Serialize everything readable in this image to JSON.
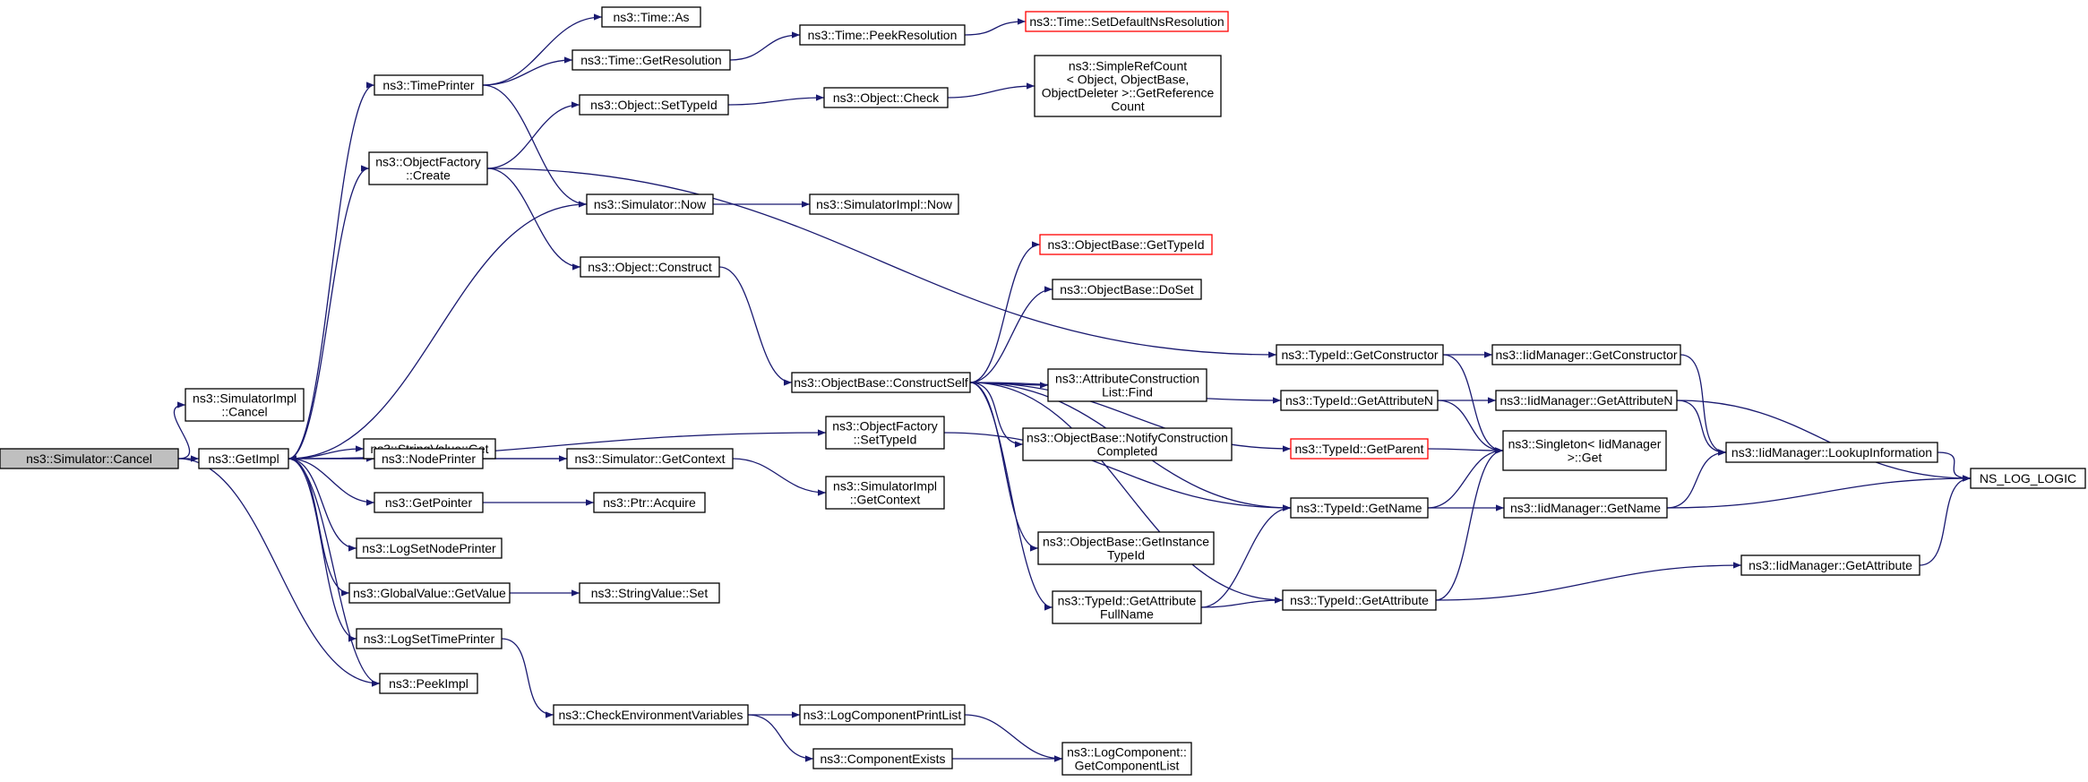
{
  "colors": {
    "edge": "#191970",
    "node_border": "#000000",
    "truncated_border": "#ff0000",
    "root_fill": "#bfbfbf",
    "node_fill": "#ffffff"
  },
  "nodes": {
    "cancel": {
      "lines": [
        "ns3::Simulator::Cancel"
      ]
    },
    "simimpl_cancel": {
      "lines": [
        "ns3::SimulatorImpl",
        "::Cancel"
      ]
    },
    "getimpl": {
      "lines": [
        "ns3::GetImpl"
      ]
    },
    "timeprinter": {
      "lines": [
        "ns3::TimePrinter"
      ]
    },
    "time_as": {
      "lines": [
        "ns3::Time::As"
      ]
    },
    "time_getres": {
      "lines": [
        "ns3::Time::GetResolution"
      ]
    },
    "time_peekres": {
      "lines": [
        "ns3::Time::PeekResolution"
      ]
    },
    "time_setdef": {
      "lines": [
        "ns3::Time::SetDefaultNsResolution"
      ]
    },
    "obj_settypeid": {
      "lines": [
        "ns3::Object::SetTypeId"
      ]
    },
    "obj_check": {
      "lines": [
        "ns3::Object::Check"
      ]
    },
    "simplerefcount": {
      "lines": [
        "ns3::SimpleRefCount",
        "< Object, ObjectBase,",
        "ObjectDeleter >::GetReference",
        "Count"
      ]
    },
    "objfactory_create": {
      "lines": [
        "ns3::ObjectFactory",
        "::Create"
      ]
    },
    "sim_now": {
      "lines": [
        "ns3::Simulator::Now"
      ]
    },
    "simimpl_now": {
      "lines": [
        "ns3::SimulatorImpl::Now"
      ]
    },
    "obj_construct": {
      "lines": [
        "ns3::Object::Construct"
      ]
    },
    "ob_gettypeid": {
      "lines": [
        "ns3::ObjectBase::GetTypeId"
      ]
    },
    "ob_doset": {
      "lines": [
        "ns3::ObjectBase::DoSet"
      ]
    },
    "ob_constructself": {
      "lines": [
        "ns3::ObjectBase::ConstructSelf"
      ]
    },
    "attr_find": {
      "lines": [
        "ns3::AttributeConstruction",
        "List::Find"
      ]
    },
    "ob_notify": {
      "lines": [
        "ns3::ObjectBase::NotifyConstruction",
        "Completed"
      ]
    },
    "of_settypeid": {
      "lines": [
        "ns3::ObjectFactory",
        "::SetTypeId"
      ]
    },
    "stringvalue_get": {
      "lines": [
        "ns3::StringValue::Get"
      ]
    },
    "nodeprinter": {
      "lines": [
        "ns3::NodePrinter"
      ]
    },
    "sim_getcontext": {
      "lines": [
        "ns3::Simulator::GetContext"
      ]
    },
    "simimpl_getcontext": {
      "lines": [
        "ns3::SimulatorImpl",
        "::GetContext"
      ]
    },
    "getpointer": {
      "lines": [
        "ns3::GetPointer"
      ]
    },
    "ptr_acquire": {
      "lines": [
        "ns3::Ptr::Acquire"
      ]
    },
    "logsetnodeprinter": {
      "lines": [
        "ns3::LogSetNodePrinter"
      ]
    },
    "globalvalue_getvalue": {
      "lines": [
        "ns3::GlobalValue::GetValue"
      ]
    },
    "stringvalue_set": {
      "lines": [
        "ns3::StringValue::Set"
      ]
    },
    "logsettimeprinter": {
      "lines": [
        "ns3::LogSetTimePrinter"
      ]
    },
    "peekimpl": {
      "lines": [
        "ns3::PeekImpl"
      ]
    },
    "checkenv": {
      "lines": [
        "ns3::CheckEnvironmentVariables"
      ]
    },
    "logcompprintlist": {
      "lines": [
        "ns3::LogComponentPrintList"
      ]
    },
    "compexists": {
      "lines": [
        "ns3::ComponentExists"
      ]
    },
    "logcomp_getlist": {
      "lines": [
        "ns3::LogComponent::",
        "GetComponentList"
      ]
    },
    "ob_getinstance": {
      "lines": [
        "ns3::ObjectBase::GetInstance",
        "TypeId"
      ]
    },
    "tid_getattrfullname": {
      "lines": [
        "ns3::TypeId::GetAttribute",
        "FullName"
      ]
    },
    "tid_getconstructor": {
      "lines": [
        "ns3::TypeId::GetConstructor"
      ]
    },
    "tid_getattributen": {
      "lines": [
        "ns3::TypeId::GetAttributeN"
      ]
    },
    "tid_getparent": {
      "lines": [
        "ns3::TypeId::GetParent"
      ]
    },
    "tid_getname": {
      "lines": [
        "ns3::TypeId::GetName"
      ]
    },
    "tid_getattribute": {
      "lines": [
        "ns3::TypeId::GetAttribute"
      ]
    },
    "iid_getconstructor": {
      "lines": [
        "ns3::IidManager::GetConstructor"
      ]
    },
    "iid_getattributen": {
      "lines": [
        "ns3::IidManager::GetAttributeN"
      ]
    },
    "singleton_get": {
      "lines": [
        "ns3::Singleton< IidManager",
        ">::Get"
      ]
    },
    "iid_getname": {
      "lines": [
        "ns3::IidManager::GetName"
      ]
    },
    "iid_lookup": {
      "lines": [
        "ns3::IidManager::LookupInformation"
      ]
    },
    "iid_getattribute": {
      "lines": [
        "ns3::IidManager::GetAttribute"
      ]
    },
    "ns_log_logic": {
      "lines": [
        "NS_LOG_LOGIC"
      ]
    }
  },
  "edges": [
    [
      "cancel",
      "simimpl_cancel"
    ],
    [
      "cancel",
      "getimpl"
    ],
    [
      "cancel",
      "peekimpl"
    ],
    [
      "getimpl",
      "timeprinter"
    ],
    [
      "getimpl",
      "objfactory_create"
    ],
    [
      "getimpl",
      "of_settypeid"
    ],
    [
      "getimpl",
      "stringvalue_get"
    ],
    [
      "getimpl",
      "nodeprinter"
    ],
    [
      "getimpl",
      "getpointer"
    ],
    [
      "getimpl",
      "logsetnodeprinter"
    ],
    [
      "getimpl",
      "globalvalue_getvalue"
    ],
    [
      "getimpl",
      "logsettimeprinter"
    ],
    [
      "getimpl",
      "peekimpl"
    ],
    [
      "timeprinter",
      "time_as"
    ],
    [
      "timeprinter",
      "time_getres"
    ],
    [
      "timeprinter",
      "sim_now"
    ],
    [
      "time_getres",
      "time_peekres"
    ],
    [
      "time_peekres",
      "time_setdef"
    ],
    [
      "objfactory_create",
      "obj_settypeid"
    ],
    [
      "objfactory_create",
      "obj_construct"
    ],
    [
      "objfactory_create",
      "tid_getconstructor"
    ],
    [
      "obj_settypeid",
      "obj_check"
    ],
    [
      "obj_check",
      "simplerefcount"
    ],
    [
      "sim_now",
      "getimpl"
    ],
    [
      "sim_now",
      "simimpl_now"
    ],
    [
      "sim_getcontext",
      "getimpl"
    ],
    [
      "obj_construct",
      "ob_constructself"
    ],
    [
      "ob_constructself",
      "ob_gettypeid"
    ],
    [
      "ob_constructself",
      "ob_doset"
    ],
    [
      "ob_constructself",
      "attr_find"
    ],
    [
      "ob_constructself",
      "ob_notify"
    ],
    [
      "ob_constructself",
      "ob_getinstance"
    ],
    [
      "ob_constructself",
      "tid_getattrfullname"
    ],
    [
      "ob_constructself",
      "tid_getattributen"
    ],
    [
      "ob_constructself",
      "tid_getparent"
    ],
    [
      "ob_constructself",
      "tid_getname"
    ],
    [
      "ob_constructself",
      "tid_getattribute"
    ],
    [
      "of_settypeid",
      "tid_getname"
    ],
    [
      "nodeprinter",
      "sim_getcontext"
    ],
    [
      "sim_getcontext",
      "simimpl_getcontext"
    ],
    [
      "getpointer",
      "ptr_acquire"
    ],
    [
      "globalvalue_getvalue",
      "stringvalue_set"
    ],
    [
      "logsettimeprinter",
      "checkenv"
    ],
    [
      "checkenv",
      "logcompprintlist"
    ],
    [
      "checkenv",
      "compexists"
    ],
    [
      "logcompprintlist",
      "logcomp_getlist"
    ],
    [
      "compexists",
      "logcomp_getlist"
    ],
    [
      "tid_getattrfullname",
      "tid_getname"
    ],
    [
      "tid_getattrfullname",
      "tid_getattribute"
    ],
    [
      "tid_getconstructor",
      "iid_getconstructor"
    ],
    [
      "tid_getconstructor",
      "singleton_get"
    ],
    [
      "tid_getattributen",
      "iid_getattributen"
    ],
    [
      "tid_getattributen",
      "singleton_get"
    ],
    [
      "tid_getparent",
      "singleton_get"
    ],
    [
      "tid_getname",
      "singleton_get"
    ],
    [
      "tid_getname",
      "iid_getname"
    ],
    [
      "tid_getattribute",
      "singleton_get"
    ],
    [
      "tid_getattribute",
      "iid_getattribute"
    ],
    [
      "iid_getconstructor",
      "iid_lookup"
    ],
    [
      "iid_getattributen",
      "iid_lookup"
    ],
    [
      "iid_getattributen",
      "ns_log_logic"
    ],
    [
      "iid_getname",
      "iid_lookup"
    ],
    [
      "iid_getname",
      "ns_log_logic"
    ],
    [
      "iid_lookup",
      "ns_log_logic"
    ],
    [
      "iid_getattribute",
      "ns_log_logic"
    ]
  ]
}
